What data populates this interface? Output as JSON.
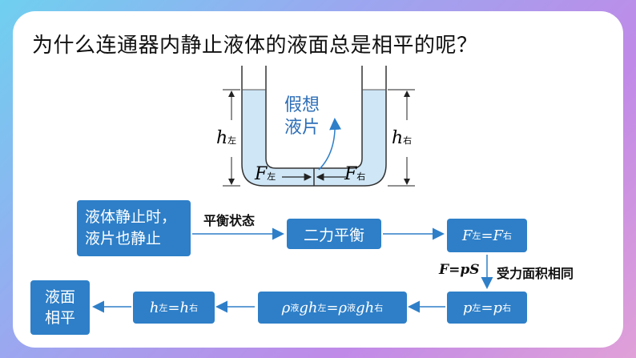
{
  "title": "为什么连通器内静止液体的液面总是相平的呢？",
  "figure": {
    "imaginary_slice": [
      "假想",
      "液片"
    ],
    "h_left": "h",
    "h_left_sub": "左",
    "h_right": "h",
    "h_right_sub": "右",
    "f_left": "F",
    "f_left_sub": "左",
    "f_right": "F",
    "f_right_sub": "右"
  },
  "flow": {
    "box1": [
      "液体静止时，",
      "液片也静止"
    ],
    "label1": "平衡状态",
    "box2": "二力平衡",
    "box3": {
      "a": "F",
      "a_sub": "左",
      "eq": "=",
      "b": "F",
      "b_sub": "右"
    },
    "label_formula": "F=pS",
    "label_area": "受力面积相同",
    "box4": {
      "a": "p",
      "a_sub": "左",
      "eq": "=",
      "b": "p",
      "b_sub": "右"
    },
    "box5": {
      "a": "ρ",
      "a_sub": "液",
      "mid": "gh",
      "mid_sub": "左",
      "eq": "=",
      "b": "ρ",
      "b_sub": "液",
      "c": "gh",
      "c_sub": "右"
    },
    "box6": {
      "a": "h",
      "a_sub": "左",
      "eq": "=",
      "b": "h",
      "b_sub": "右"
    },
    "box7": [
      "液面",
      "相平"
    ]
  },
  "colors": {
    "box": "#2e7fc8",
    "arrow": "#2e7fc8",
    "liquid": "#cfe6f6",
    "tube": "#333333"
  }
}
